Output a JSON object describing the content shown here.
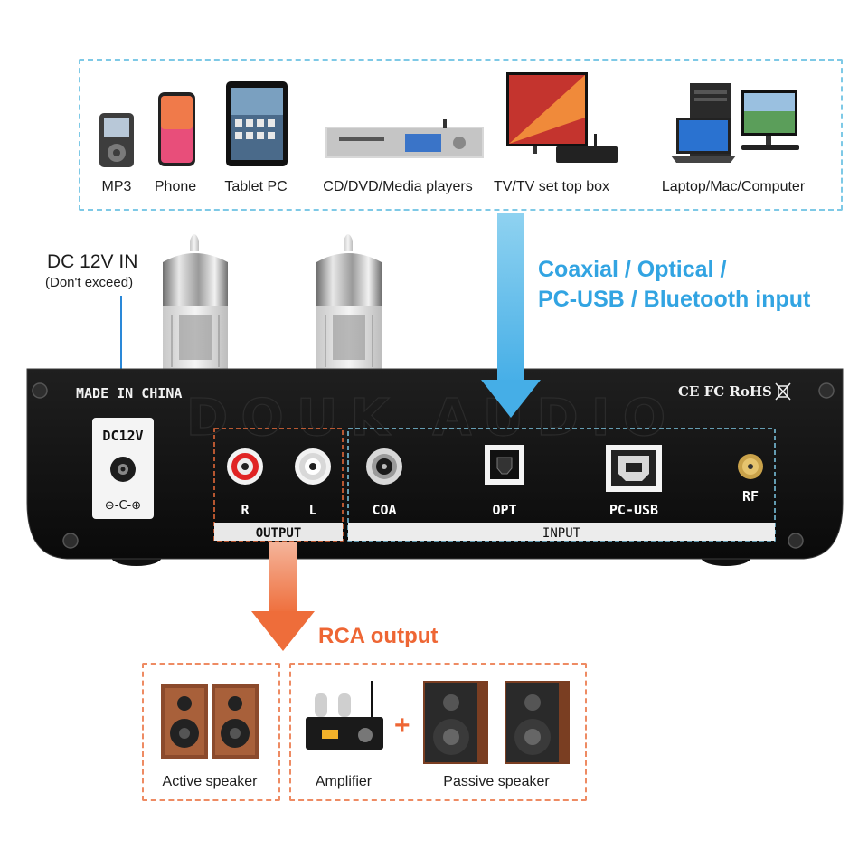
{
  "sources": [
    {
      "label": "MP3",
      "icon": "mp3-player-icon"
    },
    {
      "label": "Phone",
      "icon": "phone-icon"
    },
    {
      "label": "Tablet PC",
      "icon": "tablet-icon"
    },
    {
      "label": "CD/DVD/Media players",
      "icon": "media-player-icon"
    },
    {
      "label": "TV/TV set top box",
      "icon": "tv-icon"
    },
    {
      "label": "Laptop/Mac/Computer",
      "icon": "computer-icon"
    }
  ],
  "input_caption": {
    "line1": "Coaxial / Optical /",
    "line2": "PC-USB / Bluetooth input"
  },
  "dc": {
    "title": "DC 12V IN",
    "note": "(Don't exceed)"
  },
  "device": {
    "made_in": "MADE IN CHINA",
    "certs": "CE FC RoHS",
    "watermark": "DOUK AUDIO",
    "dc_label": "DC12V",
    "polarity": "⊖-C-⊕",
    "output_group": "OUTPUT",
    "input_group": "INPUT",
    "ports": {
      "r": "R",
      "l": "L",
      "coa": "COA",
      "opt": "OPT",
      "usb": "PC-USB",
      "rf": "RF"
    }
  },
  "rca_caption": "RCA output",
  "outputs": {
    "active": "Active speaker",
    "amplifier": "Amplifier",
    "passive": "Passive speaker"
  },
  "colors": {
    "blue_accent": "#32a4e2",
    "orange_accent": "#ee6634",
    "chassis": "#141414"
  }
}
